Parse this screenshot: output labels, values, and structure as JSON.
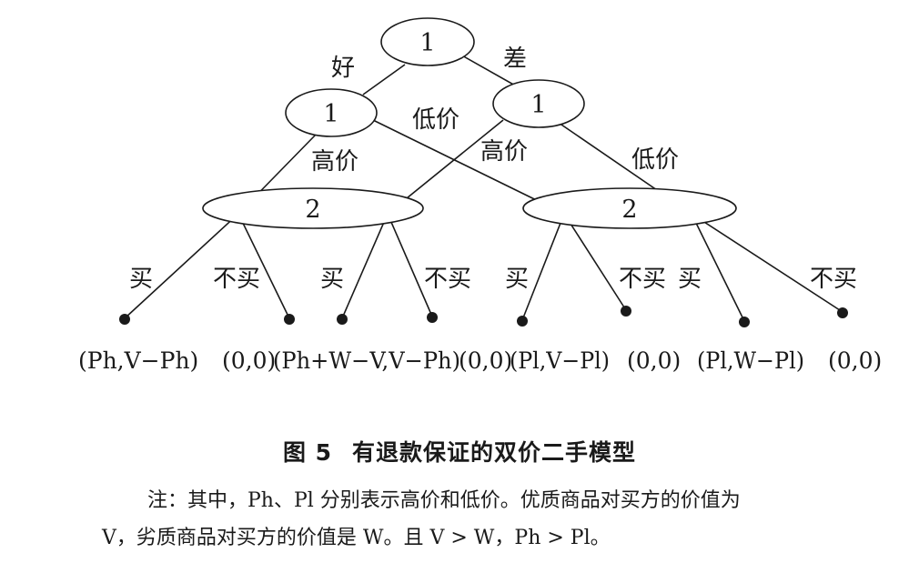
{
  "tree": {
    "root": "1",
    "root_left": "好",
    "root_right": "差",
    "left_node": "1",
    "right_node": "1",
    "left_high": "高价",
    "left_low": "低价",
    "right_high": "高价",
    "right_low": "低价",
    "info_left": "2",
    "info_right": "2",
    "actions": [
      {
        "buy": "买",
        "nobuy": "不买"
      },
      {
        "buy": "买",
        "nobuy": "不买"
      },
      {
        "buy": "买",
        "nobuy": "不买"
      },
      {
        "buy": "买",
        "nobuy": "不买"
      }
    ],
    "payoffs": [
      "(Ph,V−Ph)",
      "(0,0)",
      "(Ph+W−V,V−Ph)",
      "(0,0)",
      "(Pl,V−Pl)",
      "(0,0)",
      "(Pl,W−Pl)",
      "(0,0)"
    ]
  },
  "caption": {
    "figure_no": "图 5",
    "title": "有退款保证的双价二手模型"
  },
  "note": {
    "line1": "注：其中，Ph、Pl 分别表示高价和低价。优质商品对买方的价值为",
    "line2": "V，劣质商品对买方的价值是 W。且 V > W，Ph > Pl。"
  }
}
